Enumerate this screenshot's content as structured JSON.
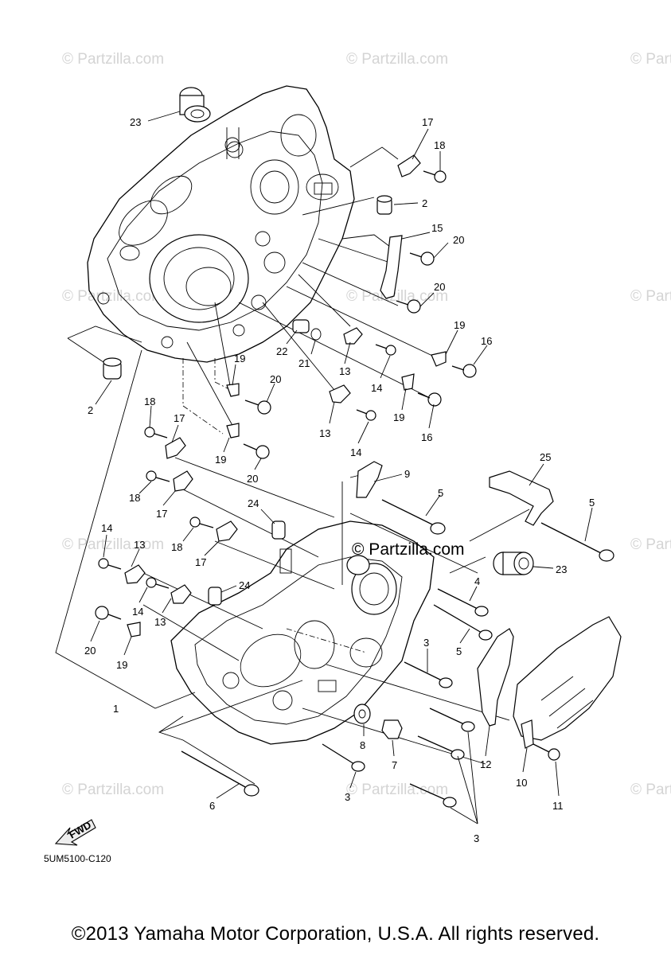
{
  "watermark": "© Partzilla.com",
  "center_watermark": "© Partzilla.com",
  "diagram_code": "5UM5100-C120",
  "fwd_label": "FWD",
  "copyright": "©2013 Yamaha Motor Corporation, U.S.A. All rights reserved.",
  "callouts": {
    "c23a": "23",
    "c17a": "17",
    "c18a": "18",
    "c2a": "2",
    "c15": "15",
    "c20a": "20",
    "c20b": "20",
    "c19a": "19",
    "c16a": "16",
    "c22": "22",
    "c21": "21",
    "c13a": "13",
    "c14a": "14",
    "c2b": "2",
    "c19b": "19",
    "c20c": "20",
    "c19c": "19",
    "c16b": "16",
    "c13b": "13",
    "c14b": "14",
    "c18b": "18",
    "c17b": "17",
    "c19d": "19",
    "c20d": "20",
    "c9": "9",
    "c25": "25",
    "c18c": "18",
    "c17c": "17",
    "c5a": "5",
    "c5b": "5",
    "c24a": "24",
    "c14c": "14",
    "c13c": "13",
    "c18d": "18",
    "c17d": "17",
    "c23b": "23",
    "c4": "4",
    "c24b": "24",
    "c14d": "14",
    "c13d": "13",
    "c5c": "5",
    "c20e": "20",
    "c19e": "19",
    "c3a": "3",
    "c1": "1",
    "c8": "8",
    "c7": "7",
    "c12": "12",
    "c10": "10",
    "c11": "11",
    "c6": "6",
    "c3b": "3",
    "c3c": "3"
  }
}
